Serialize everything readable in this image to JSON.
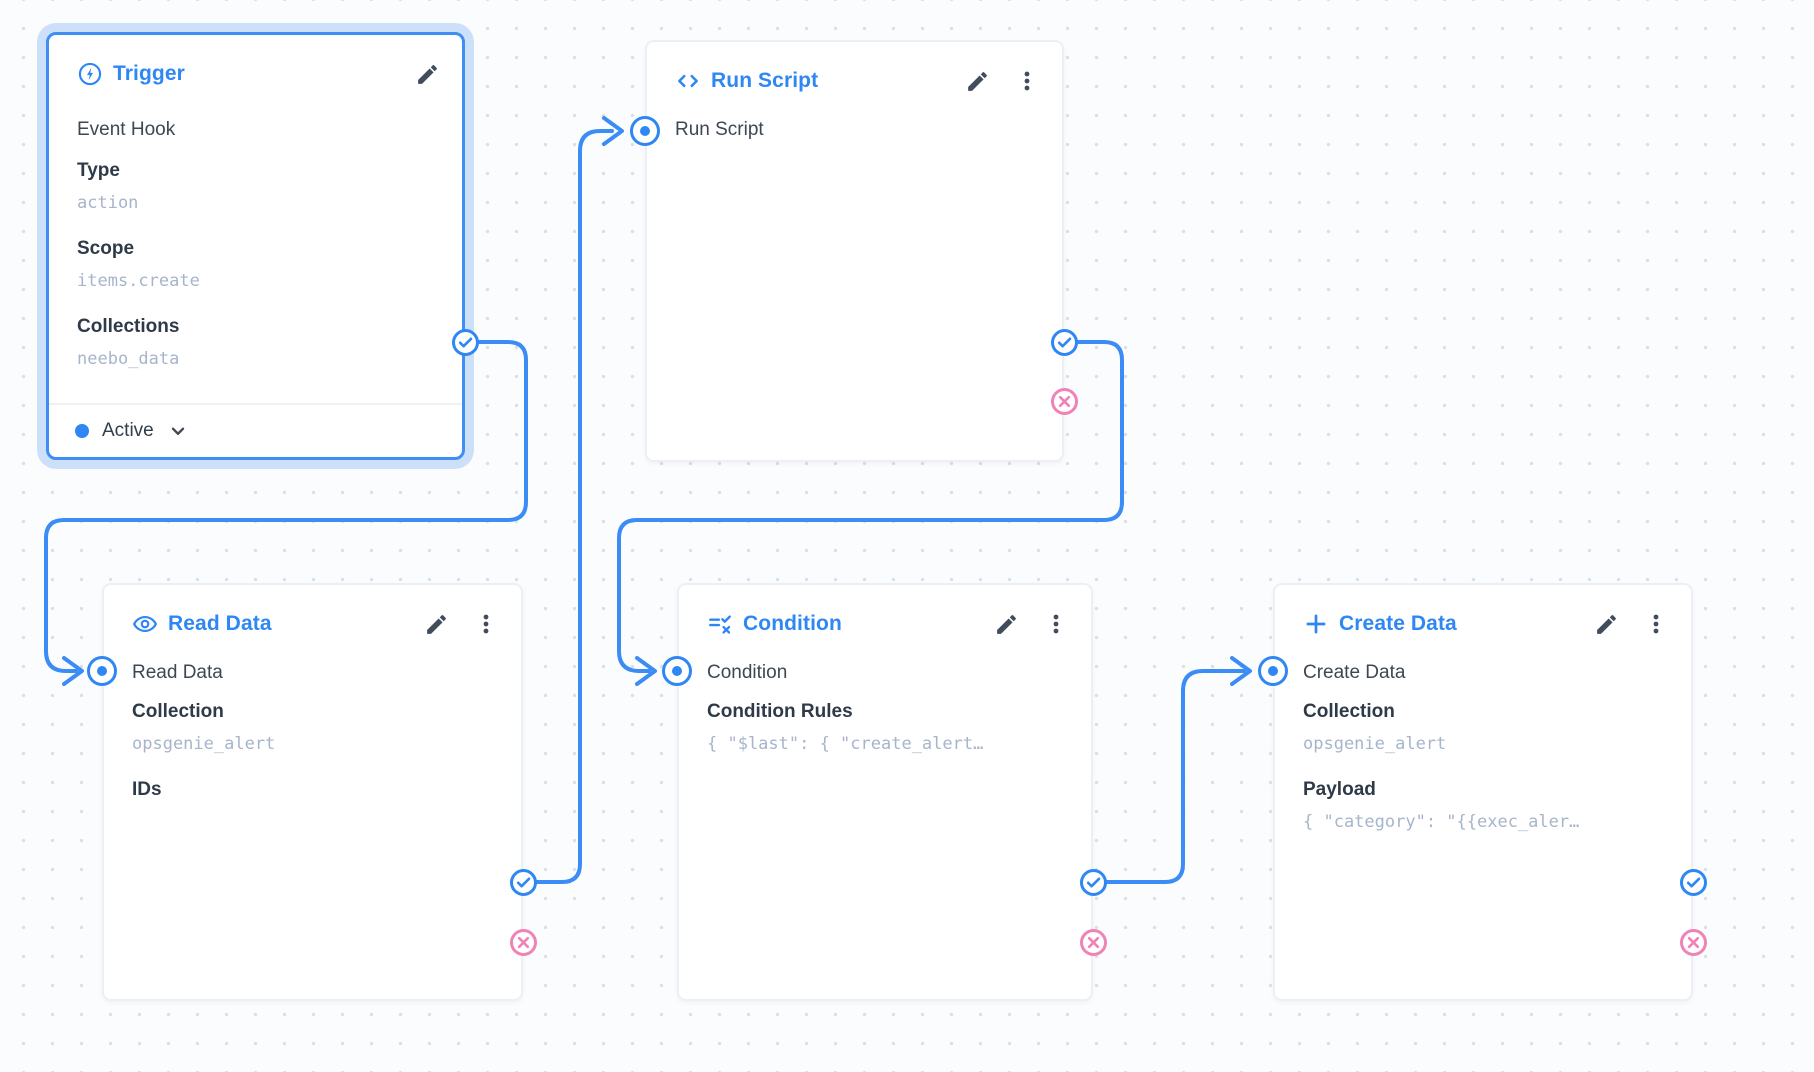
{
  "app": "flow-editor",
  "colors": {
    "primary": "#2e87f3",
    "wire": "#3b8cf4",
    "reject": "#ef82b6",
    "selection_glow": "#cde0f9"
  },
  "nodes": {
    "trigger": {
      "title": "Trigger",
      "icon": "bolt-icon",
      "subtitle": "Event Hook",
      "type_label": "Type",
      "type_value": "action",
      "scope_label": "Scope",
      "scope_value": "items.create",
      "collections_label": "Collections",
      "collections_value": "neebo_data",
      "status_label": "Active"
    },
    "run_script": {
      "title": "Run Script",
      "icon": "code-icon",
      "input_label": "Run Script"
    },
    "read_data": {
      "title": "Read Data",
      "icon": "eye-icon",
      "input_label": "Read Data",
      "collection_label": "Collection",
      "collection_value": "opsgenie_alert",
      "ids_label": "IDs"
    },
    "condition": {
      "title": "Condition",
      "icon": "rule-icon",
      "input_label": "Condition",
      "rules_label": "Condition Rules",
      "rules_value": "{ \"$last\": { \"create_alert…"
    },
    "create_data": {
      "title": "Create Data",
      "icon": "plus-icon",
      "input_label": "Create Data",
      "collection_label": "Collection",
      "collection_value": "opsgenie_alert",
      "payload_label": "Payload",
      "payload_value": "{ \"category\": \"{{exec_aler…"
    }
  }
}
